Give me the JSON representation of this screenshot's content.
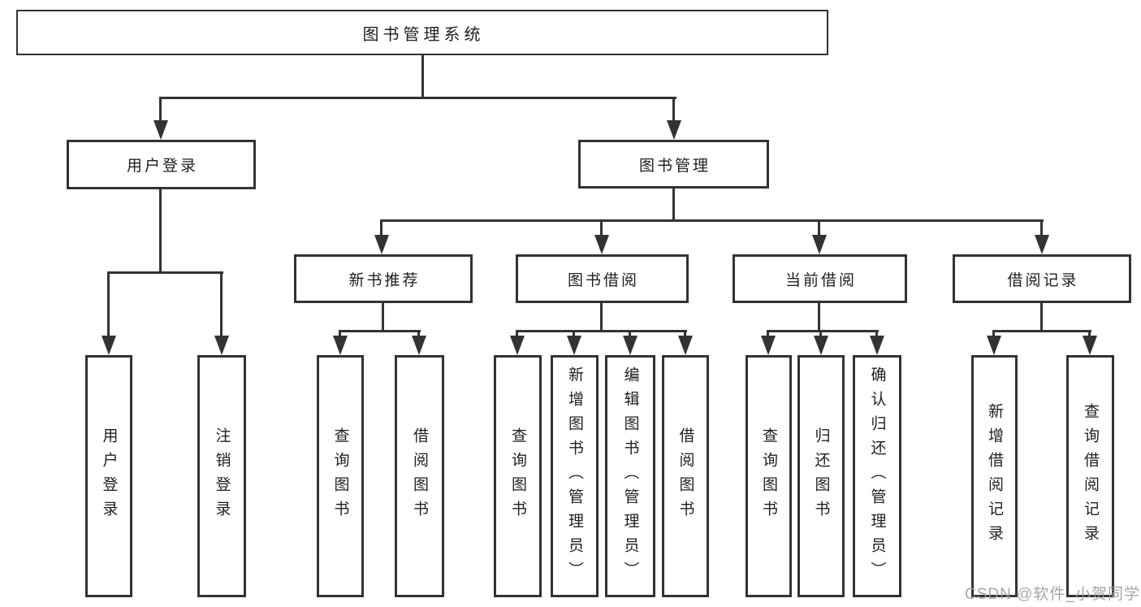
{
  "colors": {
    "line": "#333333",
    "text": "#1f1f1f",
    "watermark": "#9c9c9c",
    "background": "#ffffff"
  },
  "tree": {
    "root": {
      "label": "图书管理系统"
    },
    "branches": [
      {
        "label": "用户登录",
        "children": [
          {
            "label": "用户登录"
          },
          {
            "label": "注销登录"
          }
        ]
      },
      {
        "label": "图书管理",
        "children": [
          {
            "label": "新书推荐",
            "children": [
              {
                "label": "查询图书"
              },
              {
                "label": "借阅图书"
              }
            ]
          },
          {
            "label": "图书借阅",
            "children": [
              {
                "label": "查询图书"
              },
              {
                "label": "新增图书（管理员）"
              },
              {
                "label": "编辑图书（管理员）"
              },
              {
                "label": "借阅图书"
              }
            ]
          },
          {
            "label": "当前借阅",
            "children": [
              {
                "label": "查询图书"
              },
              {
                "label": "归还图书"
              },
              {
                "label": "确认归还（管理员）"
              }
            ]
          },
          {
            "label": "借阅记录",
            "children": [
              {
                "label": "新增借阅记录"
              },
              {
                "label": "查询借阅记录"
              }
            ]
          }
        ]
      }
    ]
  },
  "watermark": {
    "text": "CSDN @软件_小贺同学"
  }
}
